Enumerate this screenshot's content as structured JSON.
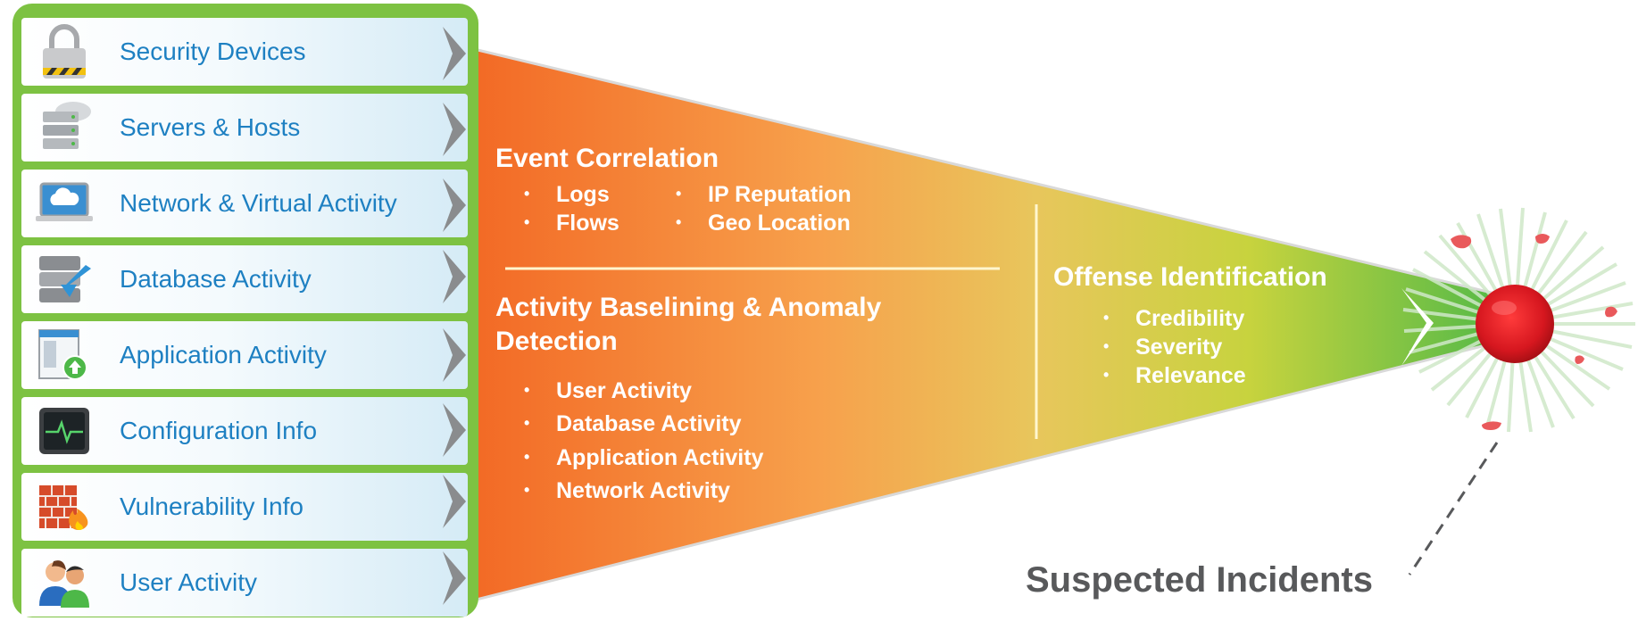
{
  "sources": [
    {
      "label": "Security Devices",
      "icon": "padlock-icon"
    },
    {
      "label": "Servers & Hosts",
      "icon": "server-icon"
    },
    {
      "label": "Network & Virtual Activity",
      "icon": "cloud-laptop-icon"
    },
    {
      "label": "Database Activity",
      "icon": "database-icon"
    },
    {
      "label": "Application Activity",
      "icon": "application-upload-icon"
    },
    {
      "label": "Configuration Info",
      "icon": "monitor-pulse-icon"
    },
    {
      "label": "Vulnerability Info",
      "icon": "firewall-icon"
    },
    {
      "label": "User Activity",
      "icon": "users-icon"
    }
  ],
  "event_correlation": {
    "title": "Event Correlation",
    "col1": [
      "Logs",
      "Flows"
    ],
    "col2": [
      "IP Reputation",
      "Geo Location"
    ]
  },
  "baselining": {
    "title_line1": "Activity Baselining & Anomaly",
    "title_line2": "Detection",
    "items": [
      "User Activity",
      "Database Activity",
      "Application Activity",
      "Network Activity"
    ]
  },
  "offense": {
    "title": "Offense Identification",
    "items": [
      "Credibility",
      "Severity",
      "Relevance"
    ]
  },
  "output_label": "Suspected Incidents",
  "colors": {
    "panel_green": "#7dc242",
    "label_blue": "#1e80c2",
    "funnel_orange": "#f26522",
    "funnel_yellow": "#e8c34e",
    "funnel_green": "#4db848",
    "incident_red": "#d6171f"
  }
}
